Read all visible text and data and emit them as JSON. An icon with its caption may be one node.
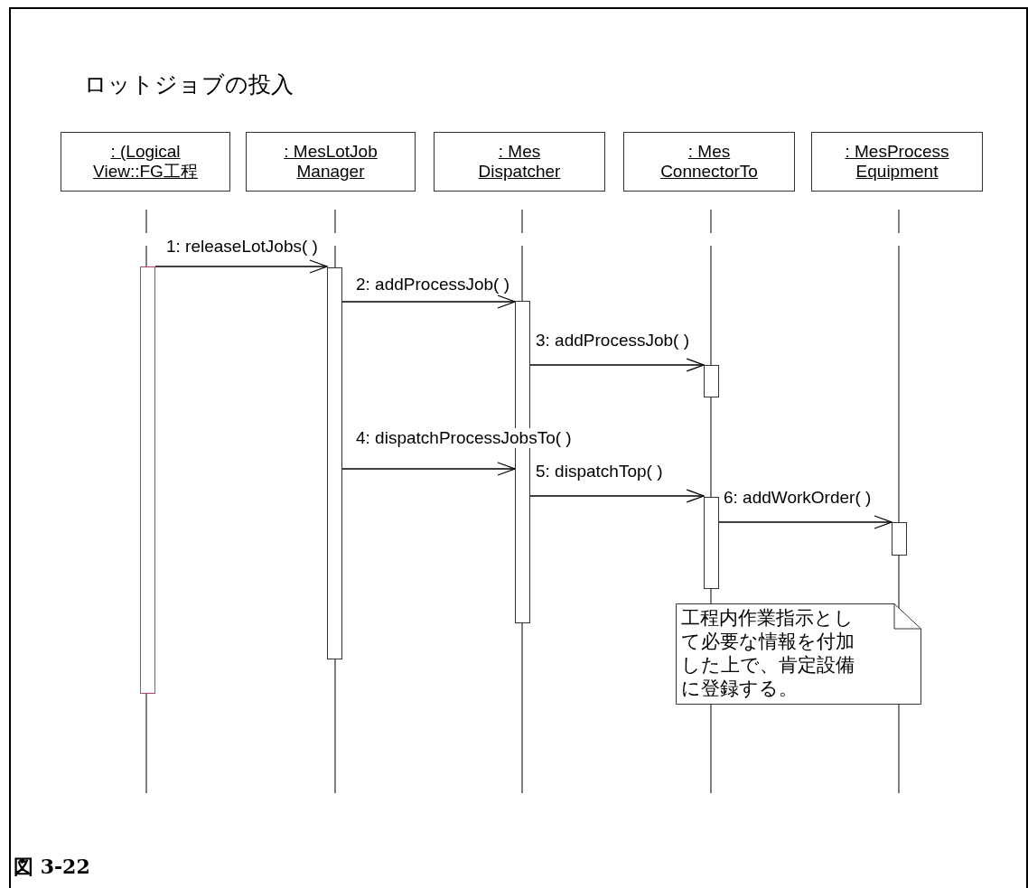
{
  "diagram": {
    "title": "ロットジョブの投入",
    "caption": "図 3-22",
    "nodes": [
      {
        "text": [
          ": (Logical View::FG工程"
        ]
      },
      {
        "text": [
          ": MesLotJob Manager"
        ]
      },
      {
        "text": [
          ": Mes Dispatcher"
        ]
      },
      {
        "text": [
          ": Mes ConnectorTo"
        ]
      },
      {
        "text": [
          ": MesProcess Equipment"
        ]
      },
      {
        "text": [],
        "shape": "bar"
      },
      {
        "text": [],
        "shape": "bar"
      },
      {
        "text": [],
        "shape": "bar"
      },
      {
        "text": [],
        "shape": "bar"
      },
      {
        "text": [],
        "shape": "bar"
      },
      {
        "text": [],
        "shape": "bar"
      },
      {
        "text": [
          "工程内作業指示として必要な情報を付加した上で、肯定設備に登録する。"
        ]
      }
    ],
    "edges": [
      {
        "from": 5,
        "to": 6,
        "arrow": "to",
        "label": "1: releaseLotJobs( )"
      },
      {
        "from": 6,
        "to": 7,
        "arrow": "to",
        "label": "2: addProcessJob( )"
      },
      {
        "from": 7,
        "to": 8,
        "arrow": "to",
        "label": "3: addProcessJob( )"
      },
      {
        "from": 6,
        "to": 7,
        "arrow": "to",
        "label": "4: dispatchProcessJobsTo( )"
      },
      {
        "from": 7,
        "to": 9,
        "arrow": "to",
        "label": "5: dispatchTop( )"
      },
      {
        "from": 9,
        "to": 10,
        "arrow": "to",
        "label": "6: addWorkOrder( )"
      }
    ]
  }
}
